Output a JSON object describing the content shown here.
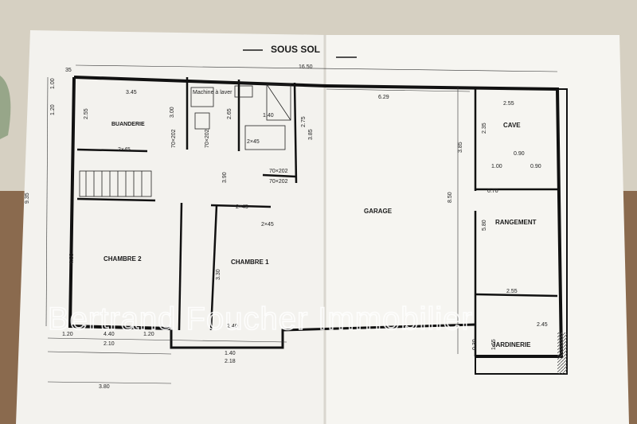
{
  "plan": {
    "title": "SOUS SOL",
    "rooms": {
      "buanderie": "BUANDERIE",
      "chambre2": "CHAMBRE 2",
      "chambre1": "CHAMBRE 1",
      "garage": "GARAGE",
      "cave": "CAVE",
      "rangement": "RANGEMENT",
      "jardinerie": "JARDINERIE",
      "machine": "Machine à laver"
    },
    "dimensions": {
      "total_width": "16.50",
      "total_height": "9.35",
      "buanderie_w": "3.45",
      "buanderie_h": "2.55",
      "d_300": "3.00",
      "d_265": "2.65",
      "d_275": "2.75",
      "d_385a": "3.85",
      "d_140": "1.40",
      "garage_w": "6.29",
      "cave_w": "2.55",
      "cave_h": "2.35",
      "d_385b": "3.85",
      "d_090a": "0.90",
      "d_100": "1.00",
      "d_090b": "0.90",
      "d_070": "0.70",
      "garage_h": "8.50",
      "rangement_h": "5.80",
      "rangement_w": "2.55",
      "jardinerie_w": "2.45",
      "jardinerie_h": "1.65",
      "d_030": "0.30",
      "chambre2_h": "4.00",
      "chambre1_h": "3.30",
      "d_390": "3.90",
      "d_045a": "2×45",
      "d_045b": "2×45",
      "d_045c": "2×45",
      "d_045d": "2×45",
      "b_120a": "1.20",
      "b_440": "4.40",
      "b_120b": "1.20",
      "b_210": "2.10",
      "b_140": "1.40",
      "b_218": "2.18",
      "b_380": "3.80",
      "d_240": "2.40",
      "d_035": "35",
      "d_100b": "1.00",
      "d_120": "1.20",
      "door_70x200a": "70×202",
      "door_70x200b": "70×202",
      "door_70x200c": "70×202",
      "door_70x200d": "70×202"
    }
  },
  "watermark": "Bertrand Foucher Immobilier",
  "colors": {
    "paper": "#f4f3ef",
    "wood": "#8a6a4e",
    "ink": "#1a1a1a",
    "cloth": "#d8d2c4"
  }
}
